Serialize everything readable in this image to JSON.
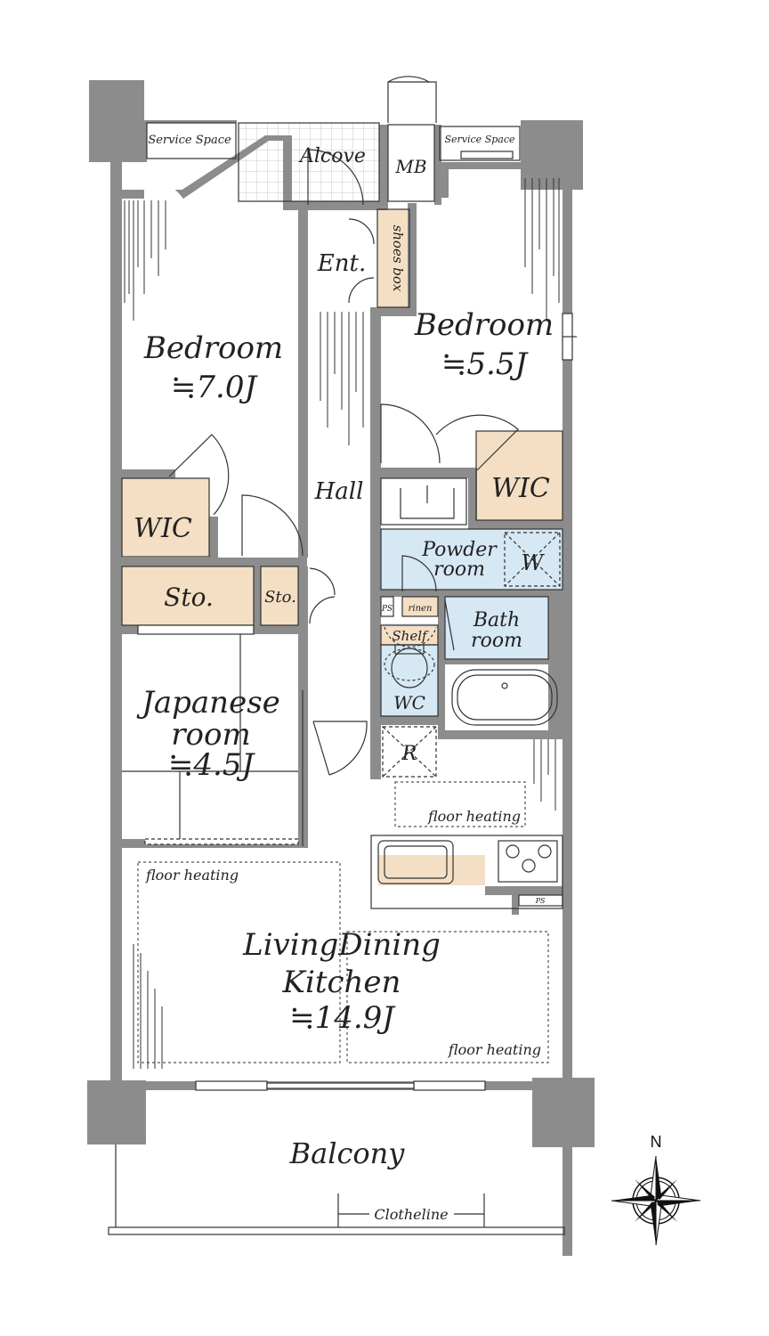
{
  "labels": {
    "service_space_left": "Service Space",
    "service_space_right": "Service Space",
    "alcove": "Alcove",
    "mb": "MB",
    "ent": "Ent.",
    "shoes_box": "shoes box",
    "bedroom_left": "Bedroom",
    "bedroom_left_size": "≒7.0J",
    "bedroom_right": "Bedroom",
    "bedroom_right_size": "≒5.5J",
    "hall": "Hall",
    "wic_left": "WIC",
    "wic_right": "WIC",
    "sto_large": "Sto.",
    "sto_small": "Sto.",
    "powder_room_1": "Powder",
    "powder_room_2": "room",
    "washer": "W",
    "ps_top": "PS",
    "rinen": "rinen",
    "bath_1": "Bath",
    "bath_2": "room",
    "shelf": "Shelf",
    "wc": "WC",
    "refrigerator": "R",
    "japanese_1": "Japanese",
    "japanese_2": "room",
    "japanese_size": "≒4.5J",
    "floor_heating_kitchen": "floor heating",
    "floor_heating_left": "floor heating",
    "floor_heating_right": "floor heating",
    "ps_kitchen": "PS",
    "ldk_1": "LivingDining",
    "ldk_2": "Kitchen",
    "ldk_size": "≒14.9J",
    "balcony": "Balcony",
    "clotheline": "Clotheline",
    "compass_north": "N"
  },
  "colors": {
    "wall": "#8c8c8c",
    "wall_dark": "#7a7a7a",
    "storage": "#f4dfc4",
    "wet_area": "#d6e8f4",
    "line": "#333333"
  }
}
